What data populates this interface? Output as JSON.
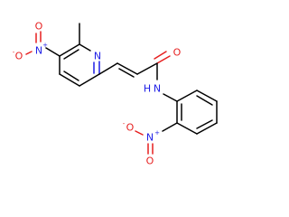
{
  "molecule": {
    "atom_labels": {
      "ring_nitrogen": "N",
      "nitro1_nitrogen": "N",
      "nitro1_charge": "+",
      "nitro1_oxygen_single": "O",
      "nitro1_oxygen_charge": "-",
      "nitro1_oxygen_double": "O",
      "carbonyl_oxygen": "O",
      "amide_nitrogen": "N",
      "amide_hydrogen": "H",
      "nitro2_nitrogen": "N",
      "nitro2_charge": "+",
      "nitro2_oxygen_single": "O",
      "nitro2_oxygen_charge": "-",
      "nitro2_oxygen_double": "O"
    },
    "colors": {
      "bond": "#000000",
      "nitrogen": "#1f1fe6",
      "oxygen": "#e61f1f",
      "background": "#ffffff"
    }
  }
}
